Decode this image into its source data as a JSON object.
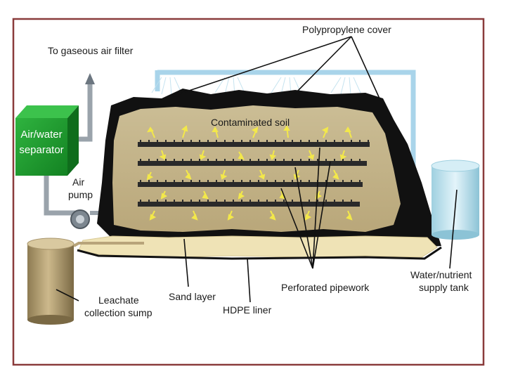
{
  "diagram": {
    "labels": {
      "air_filter": "To gaseous air filter",
      "separator_line1": "Air/water",
      "separator_line2": "separator",
      "pump_line1": "Air",
      "pump_line2": "pump",
      "cover": "Polypropylene cover",
      "soil": "Contaminated soil",
      "tank_line1": "Water/nutrient",
      "tank_line2": "supply tank",
      "sump_line1": "Leachate",
      "sump_line2": "collection sump",
      "sand": "Sand layer",
      "liner": "HDPE liner",
      "pipework": "Perforated pipework"
    },
    "colors": {
      "frame": "#8a3b3b",
      "separator": "#1f9a2e",
      "cover": "#111111",
      "soil": "#c8b88c",
      "sand": "#efe3b6",
      "pipe_air": "#9aa3ab",
      "pipe_water": "#a9d4ea",
      "tank": "#bfe3ee",
      "sump": "#b8a47a",
      "arrow": "#f3e84a"
    }
  }
}
